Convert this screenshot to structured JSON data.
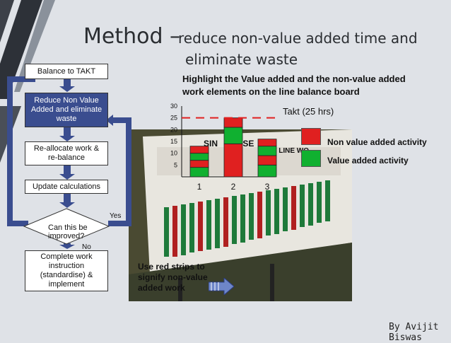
{
  "slide": {
    "title_main": "Method –",
    "title_rest_line1": "reduce non-value added time and",
    "title_rest_line2": "eliminate waste",
    "author": "By Avijit Biswas"
  },
  "flowchart": {
    "step1": "Balance to TAKT",
    "step2": "Reduce Non Value Added and eliminate waste",
    "step3": "Re-allocate work & re-balance",
    "step4": "Update calculations",
    "decision": "Can this be improved?",
    "yes_label": "Yes",
    "no_label": "No",
    "step5": "Complete work instruction (standardise) & implement"
  },
  "callout": {
    "highlight_text": "Highlight the Value added and the non-value added work elements on the line balance board",
    "takt_label": "Takt (25 hrs)",
    "legend_nva": "Non value added activity",
    "legend_va": "Value added activity",
    "photo_note": "Use red strips to signify non-value added work",
    "board_sign_left": "SIN",
    "board_sign_mid": "ISE",
    "board_sign_right": "W LINE WO"
  },
  "colors": {
    "non_value_added": "#e02020",
    "value_added": "#10b030",
    "takt_line": "#e02020",
    "flow_arrow": "#3a4d8f"
  },
  "chart_data": {
    "type": "bar",
    "categories": [
      "1",
      "2",
      "3"
    ],
    "yticks": [
      "5",
      "10",
      "15",
      "20",
      "25",
      "30"
    ],
    "ylim": [
      0,
      30
    ],
    "takt": 25,
    "segments": [
      [
        {
          "kind": "va",
          "v": 4
        },
        {
          "kind": "nva",
          "v": 3
        },
        {
          "kind": "va",
          "v": 3
        },
        {
          "kind": "nva",
          "v": 3
        }
      ],
      [
        {
          "kind": "nva",
          "v": 14
        },
        {
          "kind": "va",
          "v": 7
        },
        {
          "kind": "nva",
          "v": 4
        }
      ],
      [
        {
          "kind": "va",
          "v": 5
        },
        {
          "kind": "nva",
          "v": 4
        },
        {
          "kind": "va",
          "v": 4
        },
        {
          "kind": "nva",
          "v": 3
        }
      ]
    ]
  }
}
